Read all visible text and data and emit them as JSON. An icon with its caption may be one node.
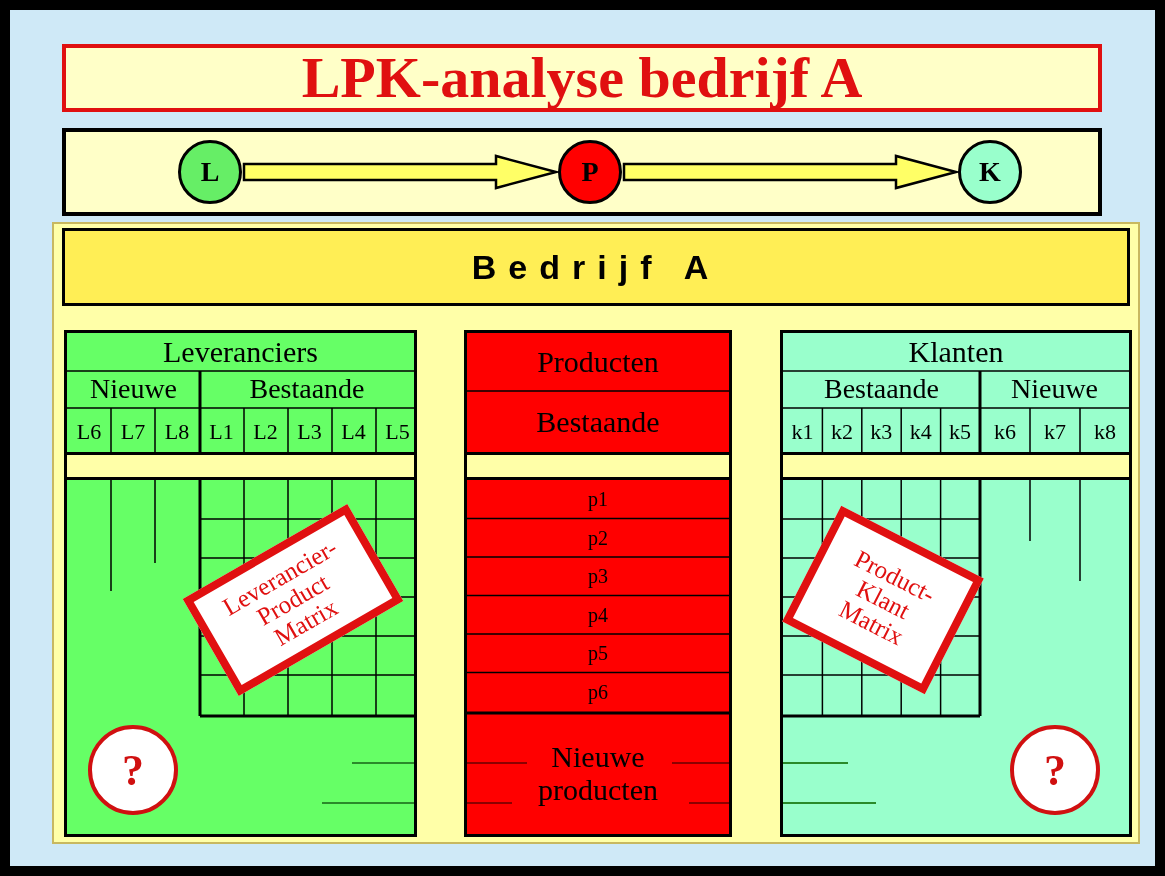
{
  "diagram": {
    "title": "LPK-analyse bedrijf A",
    "nodes": [
      {
        "text": [
          "L"
        ]
      },
      {
        "text": [
          "P"
        ]
      },
      {
        "text": [
          "K"
        ]
      },
      {
        "text": [
          "Bedrijf A"
        ]
      },
      {
        "text": [
          "Leveranciers"
        ],
        "in": 3
      },
      {
        "text": [
          "Leverancier-Product Matrix"
        ],
        "in": 4
      },
      {
        "text": [
          "?"
        ],
        "in": 4
      },
      {
        "text": [
          "Producten"
        ],
        "in": 3
      },
      {
        "text": [
          "Klanten"
        ],
        "in": 3
      },
      {
        "text": [
          "Product-Klant Matrix"
        ],
        "in": 8
      },
      {
        "text": [
          "?"
        ],
        "in": 8
      }
    ],
    "edges": [
      {
        "from": 0,
        "to": 1,
        "arrow": "to"
      },
      {
        "from": 1,
        "to": 2,
        "arrow": "to"
      }
    ],
    "labels": [
      "Nieuwe",
      "Bestaande",
      "L6",
      "L7",
      "L8",
      "L1",
      "L2",
      "L3",
      "L4",
      "L5",
      "Bestaande",
      "p1",
      "p2",
      "p3",
      "p4",
      "p5",
      "p6",
      "Nieuwe producten",
      "Bestaande",
      "Nieuwe",
      "k1",
      "k2",
      "k3",
      "k4",
      "k5",
      "k6",
      "k7",
      "k8"
    ]
  }
}
